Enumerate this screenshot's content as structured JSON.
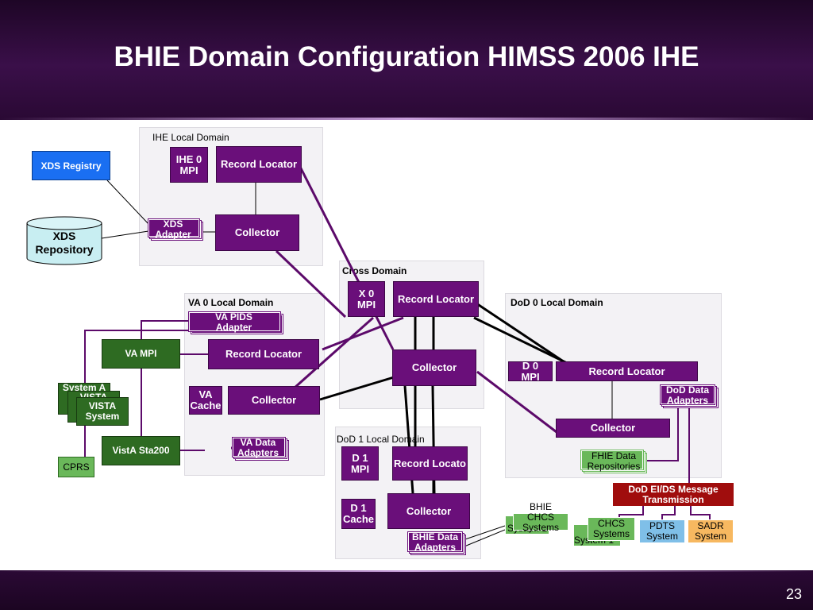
{
  "slide": {
    "title": "BHIE Domain Configuration HIMSS 2006 IHE",
    "page_number": "23"
  },
  "domains": {
    "ihe_local": "IHE Local Domain",
    "cross": "Cross Domain",
    "va0_local": "VA 0 Local Domain",
    "dod0_local": "DoD 0 Local Domain",
    "dod1_local": "DoD 1 Local Domain"
  },
  "nodes": {
    "xds_registry": "XDS Registry",
    "xds_repository": "XDS Repository",
    "ihe0_mpi": "IHE 0 MPI",
    "ihe_record_locator": "Record Locator",
    "xds_adapter": "XDS Adapter",
    "ihe_collector": "Collector",
    "x0_mpi": "X 0 MPI",
    "cross_record_locator": "Record Locator",
    "cross_collector": "Collector",
    "va_pids_adapter": "VA PIDS Adapter",
    "va_mpi": "VA MPI",
    "va_record_locator": "Record Locator",
    "va_cache": "VA Cache",
    "va_collector": "Collector",
    "va_data_adapters": "VA Data Adapters",
    "vista_sta200": "VistA Sta200",
    "system_a": "System A",
    "vista_back": "VISTA",
    "vista_system": "VISTA System",
    "cprs": "CPRS",
    "d0_mpi": "D 0 MPI",
    "dod_record_locator": "Record Locator",
    "dod_data_adapters": "DoD Data Adapters",
    "dod_collector": "Collector",
    "fhie_data_repositories": "FHIE Data Repositories",
    "dod_ei_ds": "DoD EI/DS Message Transmission",
    "d1_mpi": "D 1 MPI",
    "d1_record_locator": "Record Locato",
    "d1_cache": "D 1 Cache",
    "d1_collector": "Collector",
    "bhie_data_adapters": "BHIE Data Adapters",
    "bhie_chcs_systems": "BHIE CHCS Systems",
    "bhie_chcs_system1": "System 1",
    "chcs_systems": "CHCS Systems",
    "chcs_system1": "System 1",
    "pdts_system": "PDTS System",
    "sadr_system": "SADR System"
  },
  "colors": {
    "header_bg": "#2a0934",
    "node_purple": "#6a0f7a",
    "node_green": "#2e6b22",
    "node_light_green": "#6ab85a",
    "registry_blue": "#1a6ff2",
    "ei_ds_red": "#a00d0d",
    "pdts_blue": "#7fbfe8",
    "sadr_orange": "#f7b860",
    "repository_cyan": "#c8eef2"
  }
}
